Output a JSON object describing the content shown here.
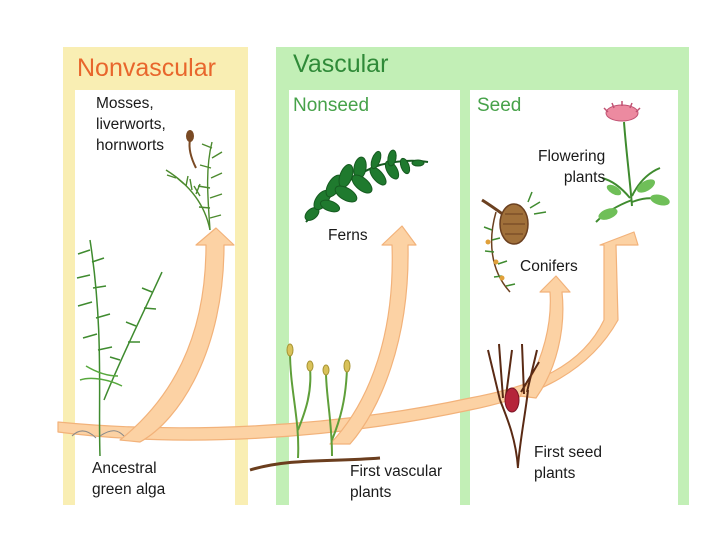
{
  "headings": {
    "nonvascular": "Nonvascular",
    "vascular": "Vascular",
    "nonseed": "Nonseed",
    "seed": "Seed"
  },
  "labels": {
    "mosses": [
      "Mosses,",
      "liverworts,",
      "hornworts"
    ],
    "ferns": "Ferns",
    "flowering": [
      "Flowering",
      "plants"
    ],
    "conifers": "Conifers",
    "alga": [
      "Ancestral",
      "green alga"
    ],
    "first_vascular": [
      "First vascular",
      "plants"
    ],
    "first_seed": [
      "First seed",
      "plants"
    ]
  },
  "colors": {
    "nonvascular_bg": "#f9eeb3",
    "vascular_bg": "#c2efb6",
    "arrow_fill": "#fcd2a4",
    "nonvascular_text": "#e8662c",
    "vascular_text": "#2f8a38",
    "subheading_text": "#47a24a"
  }
}
